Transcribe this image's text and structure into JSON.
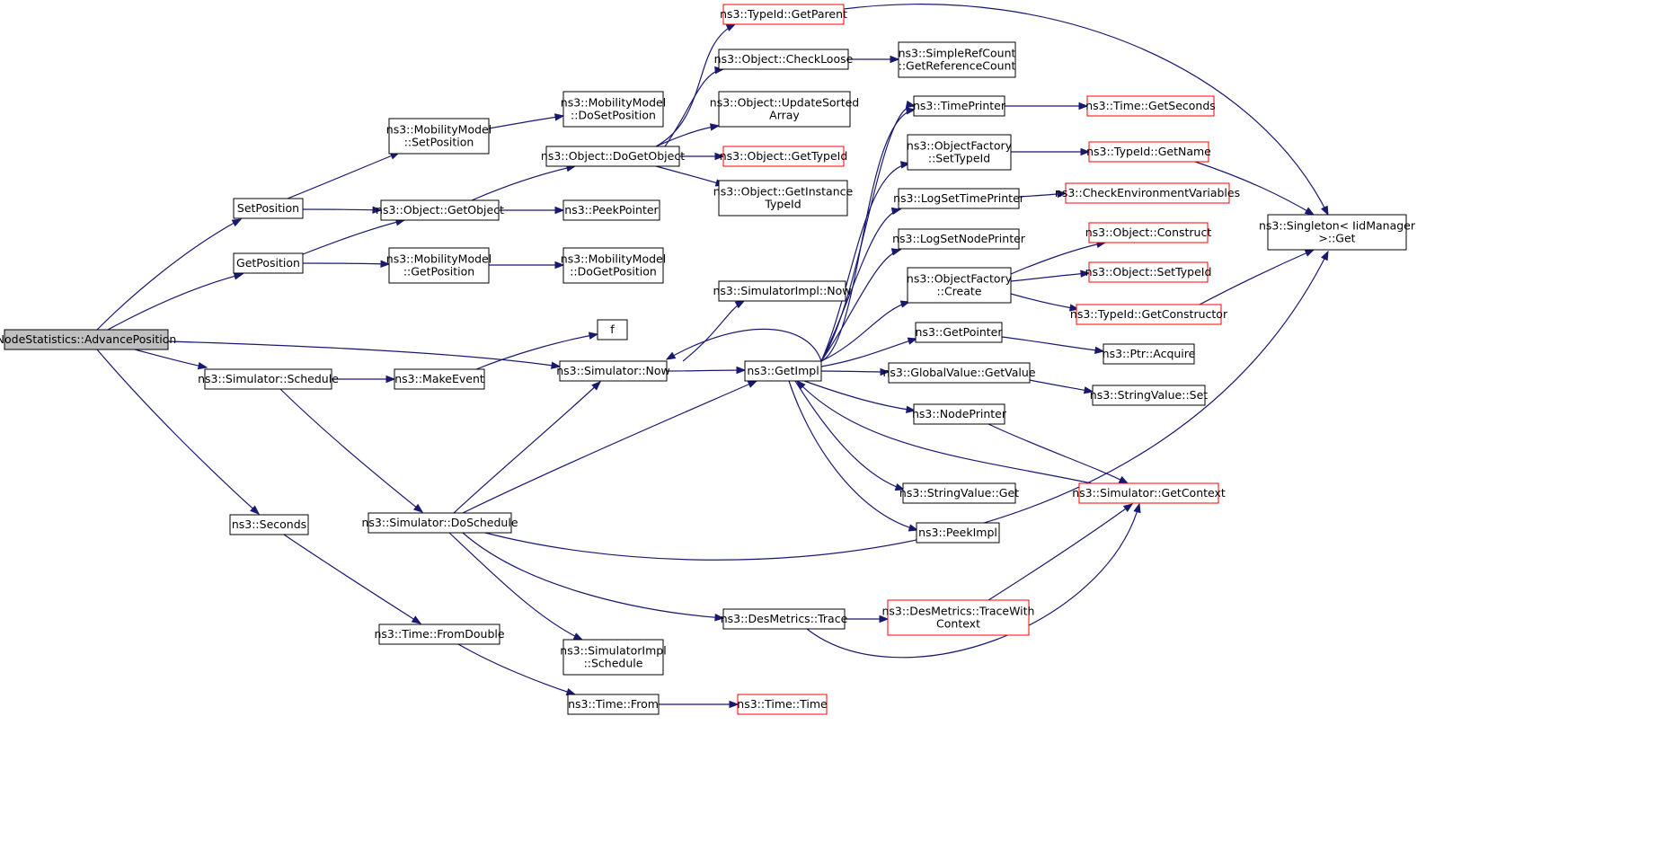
{
  "diagram": {
    "type": "call-graph",
    "colors": {
      "edge": "#191970",
      "node_border": "#000000",
      "truncated_border": "#ff0000",
      "root_fill": "#bfbfbf",
      "node_fill": "#ffffff"
    },
    "nodes": [
      {
        "id": "advance",
        "lines": [
          "NodeStatistics::AdvancePosition"
        ],
        "kind": "root"
      },
      {
        "id": "setpos",
        "lines": [
          "SetPosition"
        ],
        "kind": "normal"
      },
      {
        "id": "getpos",
        "lines": [
          "GetPosition"
        ],
        "kind": "normal"
      },
      {
        "id": "schedule",
        "lines": [
          "ns3::Simulator::Schedule"
        ],
        "kind": "normal"
      },
      {
        "id": "seconds",
        "lines": [
          "ns3::Seconds"
        ],
        "kind": "normal"
      },
      {
        "id": "mm_setpos",
        "lines": [
          "ns3::MobilityModel",
          "::SetPosition"
        ],
        "kind": "normal"
      },
      {
        "id": "getobject",
        "lines": [
          "ns3::Object::GetObject"
        ],
        "kind": "normal"
      },
      {
        "id": "mm_getpos",
        "lines": [
          "ns3::MobilityModel",
          "::GetPosition"
        ],
        "kind": "normal"
      },
      {
        "id": "makeevent",
        "lines": [
          "ns3::MakeEvent"
        ],
        "kind": "normal"
      },
      {
        "id": "doschedule",
        "lines": [
          "ns3::Simulator::DoSchedule"
        ],
        "kind": "normal"
      },
      {
        "id": "fromdouble",
        "lines": [
          "ns3::Time::FromDouble"
        ],
        "kind": "normal"
      },
      {
        "id": "mm_dosetpos",
        "lines": [
          "ns3::MobilityModel",
          "::DoSetPosition"
        ],
        "kind": "normal"
      },
      {
        "id": "dogetobject",
        "lines": [
          "ns3::Object::DoGetObject"
        ],
        "kind": "normal"
      },
      {
        "id": "peekpointer",
        "lines": [
          "ns3::PeekPointer"
        ],
        "kind": "normal"
      },
      {
        "id": "mm_dogetpos",
        "lines": [
          "ns3::MobilityModel",
          "::DoGetPosition"
        ],
        "kind": "normal"
      },
      {
        "id": "f",
        "lines": [
          "f"
        ],
        "kind": "normal"
      },
      {
        "id": "simnow",
        "lines": [
          "ns3::Simulator::Now"
        ],
        "kind": "normal"
      },
      {
        "id": "simimpl_sched",
        "lines": [
          "ns3::SimulatorImpl",
          "::Schedule"
        ],
        "kind": "normal"
      },
      {
        "id": "timefrom",
        "lines": [
          "ns3::Time::From"
        ],
        "kind": "normal"
      },
      {
        "id": "getparent",
        "lines": [
          "ns3::TypeId::GetParent"
        ],
        "kind": "truncated"
      },
      {
        "id": "checkloose",
        "lines": [
          "ns3::Object::CheckLoose"
        ],
        "kind": "normal"
      },
      {
        "id": "updatesorted",
        "lines": [
          "ns3::Object::UpdateSorted",
          "Array"
        ],
        "kind": "normal"
      },
      {
        "id": "obj_gettypeid",
        "lines": [
          "ns3::Object::GetTypeId"
        ],
        "kind": "truncated"
      },
      {
        "id": "getinstance",
        "lines": [
          "ns3::Object::GetInstance",
          "TypeId"
        ],
        "kind": "normal"
      },
      {
        "id": "simimpl_now",
        "lines": [
          "ns3::SimulatorImpl::Now"
        ],
        "kind": "normal"
      },
      {
        "id": "getimpl",
        "lines": [
          "ns3::GetImpl"
        ],
        "kind": "normal"
      },
      {
        "id": "destrace",
        "lines": [
          "ns3::DesMetrics::Trace"
        ],
        "kind": "normal"
      },
      {
        "id": "timetime",
        "lines": [
          "ns3::Time::Time"
        ],
        "kind": "truncated"
      },
      {
        "id": "getrefcount",
        "lines": [
          "ns3::SimpleRefCount",
          "::GetReferenceCount"
        ],
        "kind": "normal"
      },
      {
        "id": "timeprinter",
        "lines": [
          "ns3::TimePrinter"
        ],
        "kind": "normal"
      },
      {
        "id": "of_settypeid",
        "lines": [
          "ns3::ObjectFactory",
          "::SetTypeId"
        ],
        "kind": "normal"
      },
      {
        "id": "logsettime",
        "lines": [
          "ns3::LogSetTimePrinter"
        ],
        "kind": "normal"
      },
      {
        "id": "logsetnode",
        "lines": [
          "ns3::LogSetNodePrinter"
        ],
        "kind": "normal"
      },
      {
        "id": "of_create",
        "lines": [
          "ns3::ObjectFactory",
          "::Create"
        ],
        "kind": "normal"
      },
      {
        "id": "getpointer",
        "lines": [
          "ns3::GetPointer"
        ],
        "kind": "normal"
      },
      {
        "id": "gv_getvalue",
        "lines": [
          "ns3::GlobalValue::GetValue"
        ],
        "kind": "normal"
      },
      {
        "id": "nodeprinter",
        "lines": [
          "ns3::NodePrinter"
        ],
        "kind": "normal"
      },
      {
        "id": "sv_get",
        "lines": [
          "ns3::StringValue::Get"
        ],
        "kind": "normal"
      },
      {
        "id": "peekimpl",
        "lines": [
          "ns3::PeekImpl"
        ],
        "kind": "normal"
      },
      {
        "id": "tracewithctx",
        "lines": [
          "ns3::DesMetrics::TraceWith",
          "Context"
        ],
        "kind": "truncated"
      },
      {
        "id": "getseconds",
        "lines": [
          "ns3::Time::GetSeconds"
        ],
        "kind": "truncated"
      },
      {
        "id": "tid_getname",
        "lines": [
          "ns3::TypeId::GetName"
        ],
        "kind": "truncated"
      },
      {
        "id": "checkenv",
        "lines": [
          "ns3::CheckEnvironmentVariables"
        ],
        "kind": "truncated"
      },
      {
        "id": "obj_construct",
        "lines": [
          "ns3::Object::Construct"
        ],
        "kind": "truncated"
      },
      {
        "id": "obj_settypeid",
        "lines": [
          "ns3::Object::SetTypeId"
        ],
        "kind": "truncated"
      },
      {
        "id": "getconstructor",
        "lines": [
          "ns3::TypeId::GetConstructor"
        ],
        "kind": "truncated"
      },
      {
        "id": "ptracquire",
        "lines": [
          "ns3::Ptr::Acquire"
        ],
        "kind": "normal"
      },
      {
        "id": "sv_set",
        "lines": [
          "ns3::StringValue::Set"
        ],
        "kind": "normal"
      },
      {
        "id": "getcontext",
        "lines": [
          "ns3::Simulator::GetContext"
        ],
        "kind": "truncated"
      },
      {
        "id": "singleton",
        "lines": [
          "ns3::Singleton< IidManager",
          " >::Get"
        ],
        "kind": "normal"
      }
    ]
  }
}
